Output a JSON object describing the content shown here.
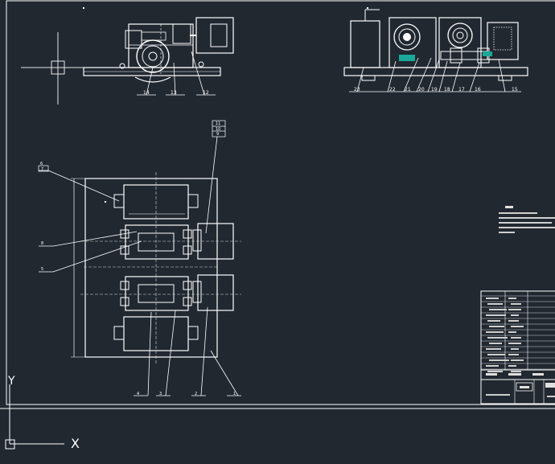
{
  "drawing": {
    "background": "#212830",
    "line_color": "#ffffff",
    "accent_color": "#18a99a"
  },
  "part_labels": {
    "top_view": [
      "14",
      "13",
      "12"
    ],
    "front_view": [
      "23",
      "22",
      "21",
      "20",
      "19",
      "18",
      "17",
      "16",
      "15"
    ],
    "plan_view_left": [
      "6",
      "7",
      "8",
      "5"
    ],
    "plan_view_top": [
      "11",
      "10",
      "9"
    ],
    "plan_view_bottom": [
      "4",
      "3",
      "2",
      "1"
    ]
  },
  "ucs": {
    "y_axis": "Y",
    "x_axis": "X"
  }
}
